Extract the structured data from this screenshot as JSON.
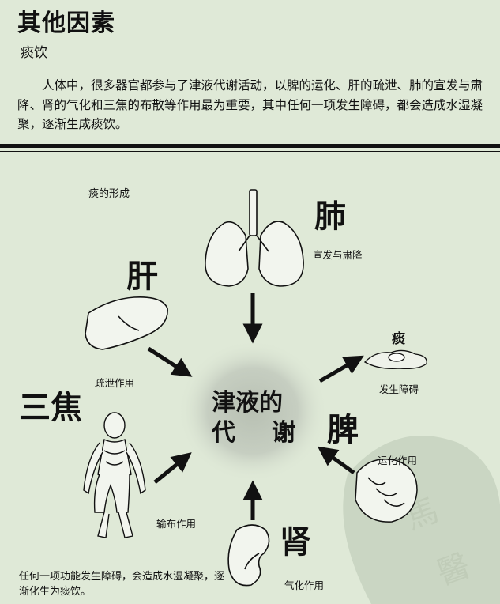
{
  "header": {
    "title": "其他因素",
    "subtitle": "痰饮",
    "paragraph": "人体中，很多器官都参与了津液代谢活动，以脾的运化、肝的疏泄、肺的宣发与肃降、肾的气化和三焦的布散等作用最为重要，其中任何一项发生障碍，都会造成水湿凝聚，逐渐生成痰饮。"
  },
  "diagram": {
    "caption": "痰的形成",
    "center": {
      "line1": "津液的",
      "line2_a": "代",
      "line2_b": "谢"
    },
    "organs": {
      "lung": {
        "name": "肺",
        "function": "宣发与肃降",
        "icon": "lungs-icon"
      },
      "liver": {
        "name": "肝",
        "function": "疏泄作用",
        "icon": "liver-icon"
      },
      "sanjiao": {
        "name": "三焦",
        "function": "输布作用",
        "icon": "human-figure-icon"
      },
      "spleen": {
        "name": "脾",
        "function": "运化作用",
        "icon": "spleen-icon"
      },
      "kidney": {
        "name": "肾",
        "function": "气化作用",
        "icon": "kidney-icon"
      }
    },
    "phlegm": {
      "name": "痰",
      "label": "发生障碍",
      "icon": "phlegm-puddle-icon"
    },
    "note": "任何一项功能发生障碍，会造成水湿凝聚，逐渐化生为痰饮。"
  },
  "colors": {
    "background": "#dfe9d7",
    "center_glow": "#c9d2c4",
    "ink": "#111111",
    "watermark": "#b9c6b2"
  }
}
